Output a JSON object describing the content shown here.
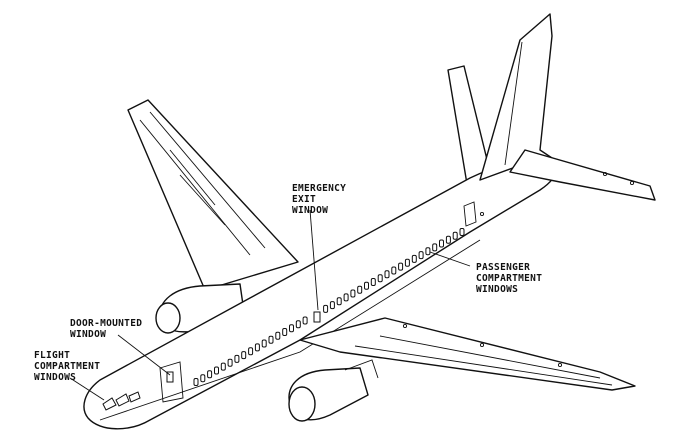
{
  "callouts": {
    "emergency_exit": [
      "EMERGENCY",
      "EXIT",
      "WINDOW"
    ],
    "passenger": [
      "PASSENGER",
      "COMPARTMENT",
      "WINDOWS"
    ],
    "door_mounted": [
      "DOOR-MOUNTED",
      "WINDOW"
    ],
    "flight": [
      "FLIGHT",
      "COMPARTMENT",
      "WINDOWS"
    ]
  }
}
